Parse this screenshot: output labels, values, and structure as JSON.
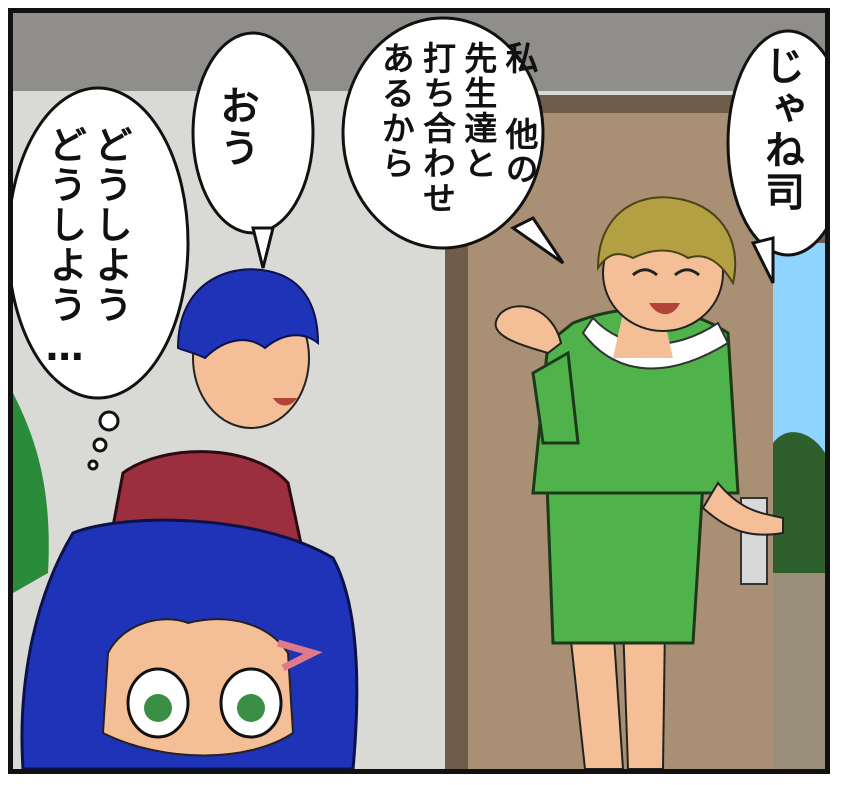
{
  "bubbles": {
    "sensei": "じゃね司",
    "sensei_line2": "私 他の\n先生達と\n打ち合わせ\nあるから",
    "boy": "おう",
    "girl_thought": "どうしよう\nどうしよう…"
  },
  "colors": {
    "wall": "#d9d9d6",
    "door": "#a98f73",
    "door_frame": "#6f5c49",
    "suit_green": "#4fb24a",
    "hair_blue": "#1f33b8",
    "shirt_red": "#9c2f3e",
    "skin": "#f4bf97",
    "sky": "#8fd3ff"
  }
}
